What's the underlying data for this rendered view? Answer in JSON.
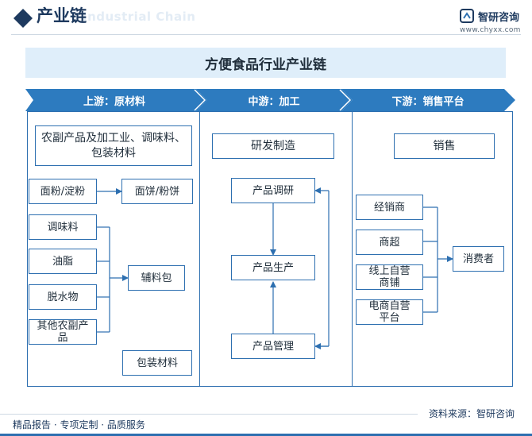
{
  "header": {
    "title": "产业链",
    "watermark_en": "Industrial Chain",
    "logo_name": "智研咨询",
    "logo_url": "www.chyxx.com"
  },
  "diagram_title": "方便食品行业产业链",
  "segments": {
    "upstream": "上游：原材料",
    "midstream": "中游：加工",
    "downstream": "下游：销售平台"
  },
  "upstream": {
    "header_box": "农副产品及加工业、调味料、包装材料",
    "flour": "面粉/淀粉",
    "noodle": "面饼/粉饼",
    "seasoning": "调味料",
    "oil": "油脂",
    "dehydrated": "脱水物",
    "other_agri": "其他农副产品",
    "accessory_pack": "辅料包",
    "packaging": "包装材料"
  },
  "midstream": {
    "header_box": "研发制造",
    "rnd": "产品调研",
    "production": "产品生产",
    "management": "产品管理"
  },
  "downstream": {
    "header_box": "销售",
    "distributor": "经销商",
    "supermarket": "商超",
    "online_store": "线上自营商铺",
    "ecommerce": "电商自营平台",
    "consumer": "消费者"
  },
  "footer": {
    "left": "精品报告 · 专项定制 · 品质服务",
    "source": "资料来源：智研咨询"
  },
  "colors": {
    "brand": "#1e3a5f",
    "accent": "#2d6fb0",
    "title_bg": "#dfeefa"
  }
}
